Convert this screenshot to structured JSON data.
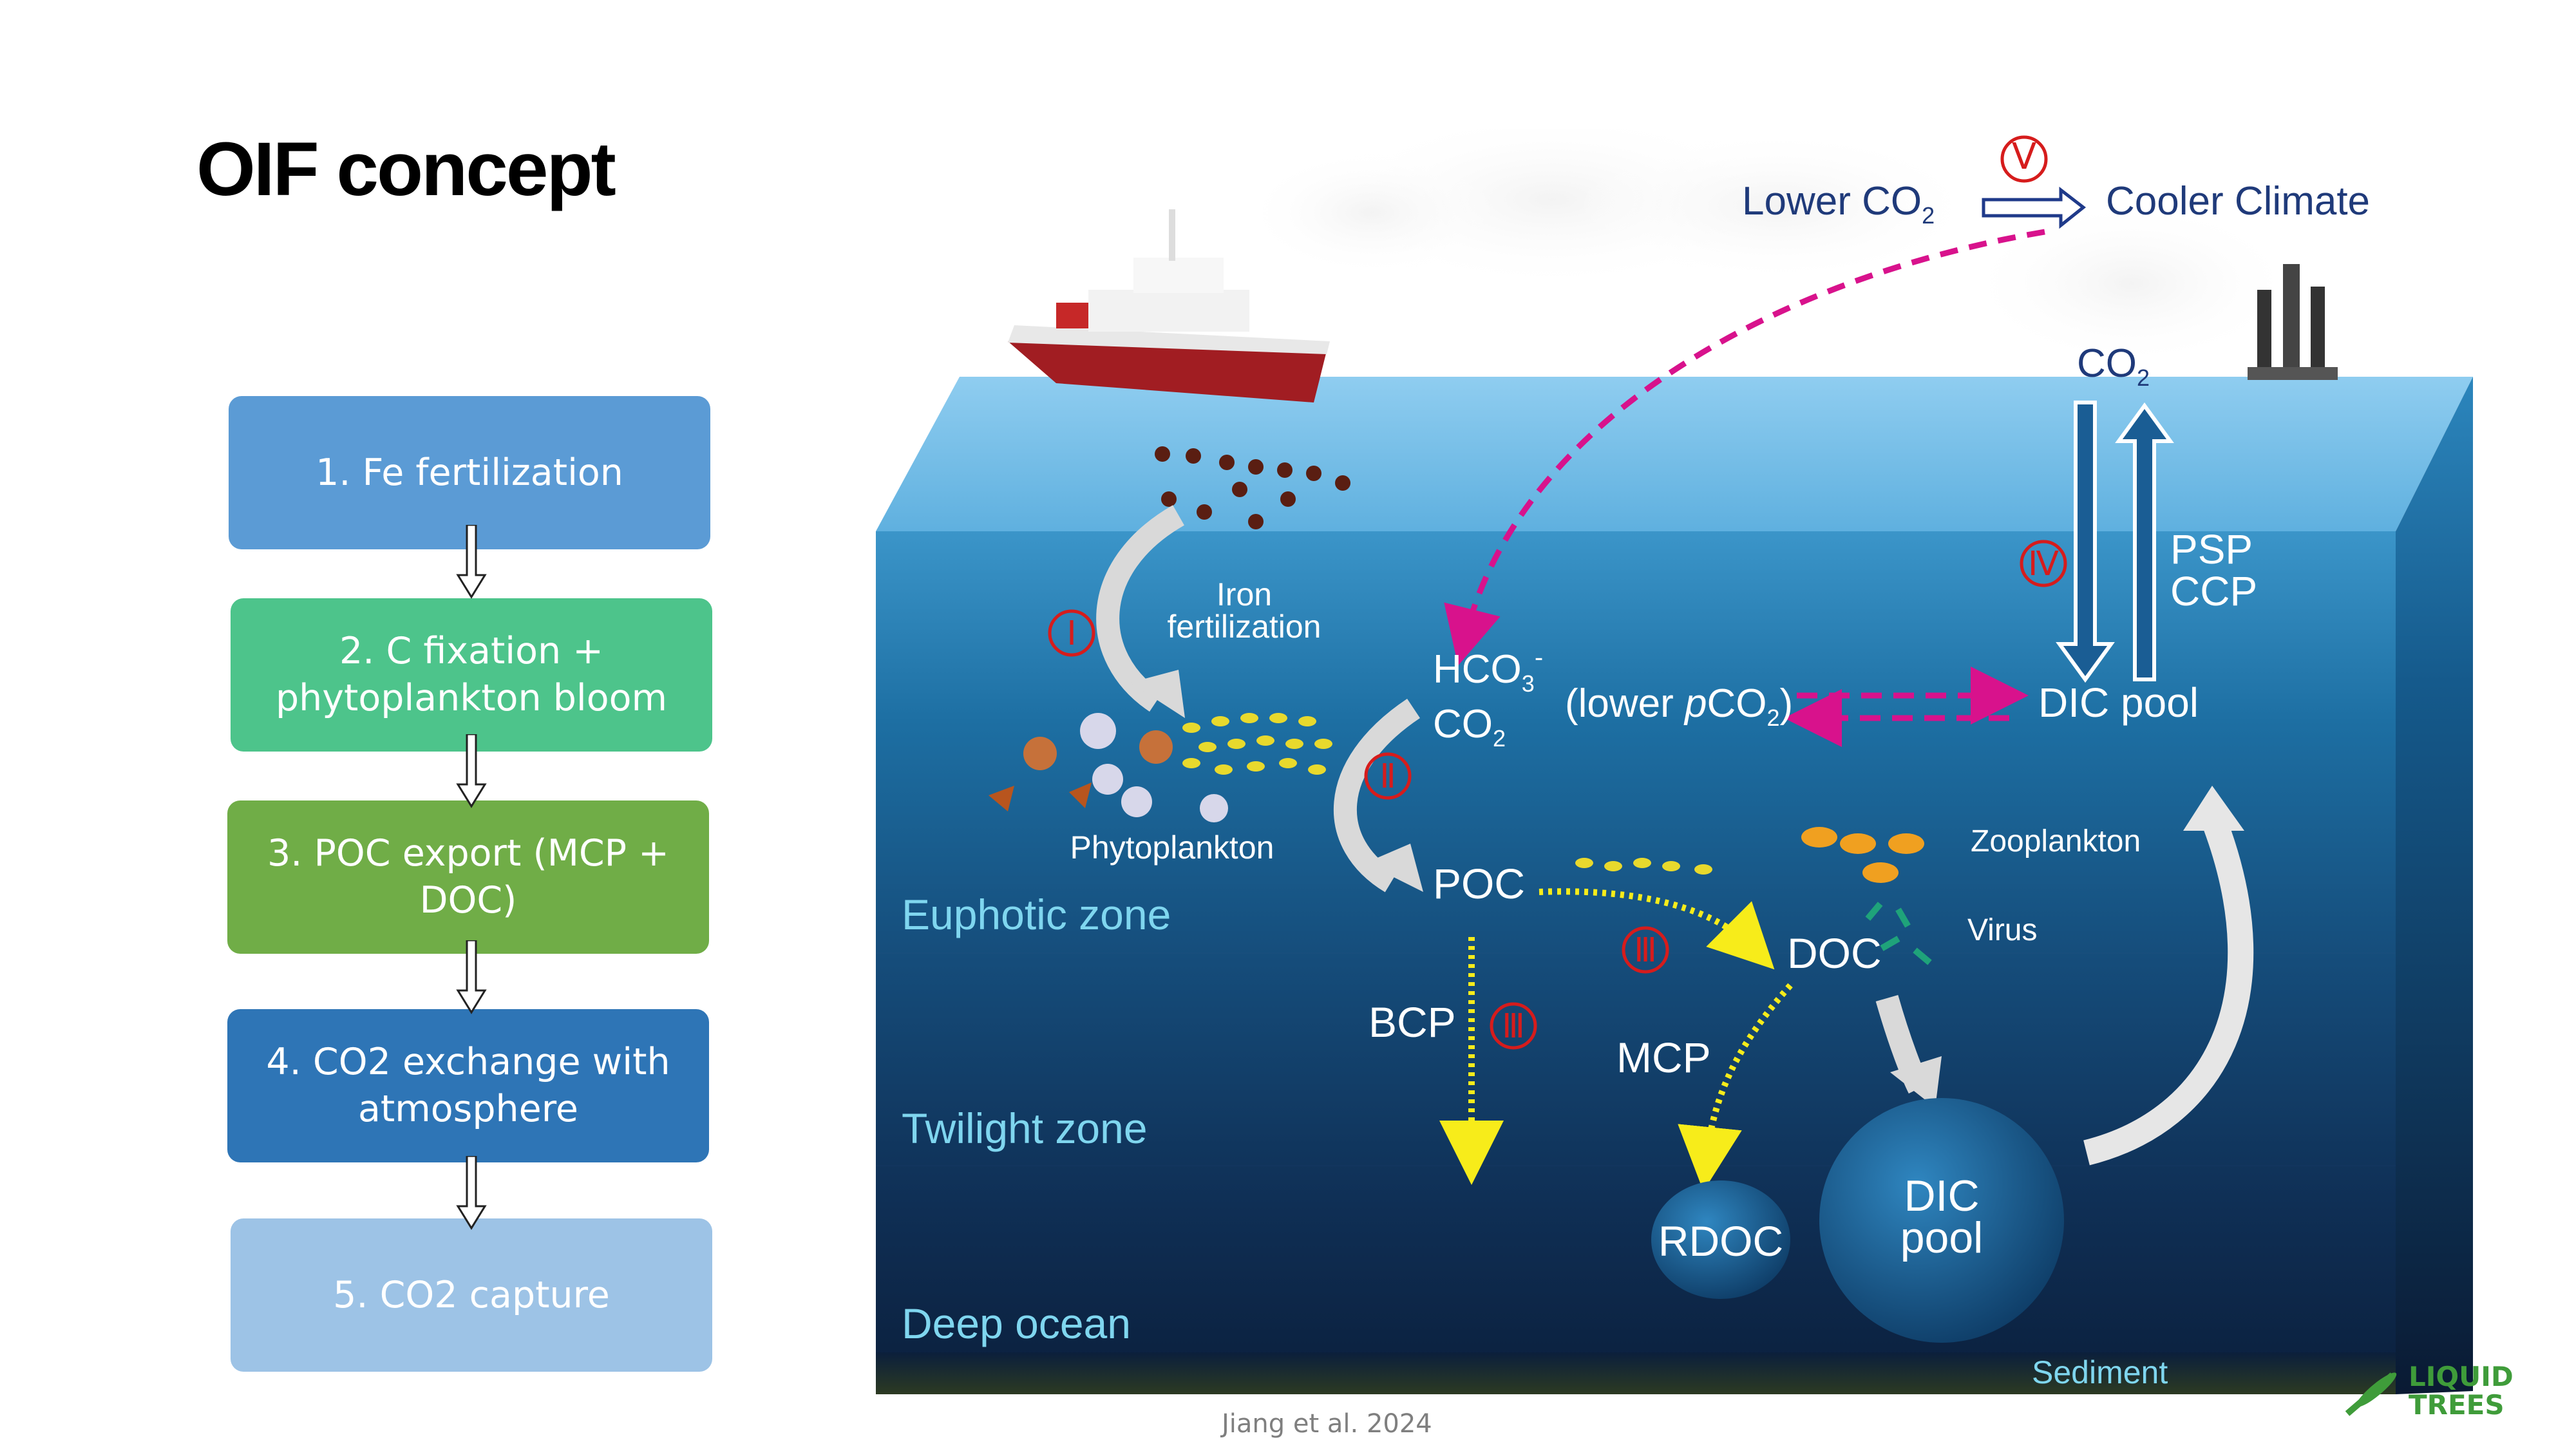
{
  "title": "OIF concept",
  "steps": [
    {
      "label": "1. Fe fertilization",
      "color": "#5b9bd5"
    },
    {
      "label": "2. C fixation + phytoplankton bloom",
      "color": "#4dc48b"
    },
    {
      "label": "3. POC export (MCP + DOC)",
      "color": "#70ad47"
    },
    {
      "label": "4. CO2 exchange with atmosphere",
      "color": "#2e75b6"
    },
    {
      "label": "5. CO2 capture",
      "color": "#9dc3e6"
    }
  ],
  "diagram": {
    "lower_co2": "Lower CO",
    "lower_co2_sub": "2",
    "cooler_climate": "Cooler Climate",
    "roman_1": "Ⅰ",
    "roman_2": "Ⅱ",
    "roman_3": "Ⅲ",
    "roman_4": "Ⅳ",
    "roman_5": "Ⅴ",
    "co2": "CO",
    "co2_sub": "2",
    "psp": "PSP",
    "ccp": "CCP",
    "iron_line1": "Iron",
    "iron_line2": "fertilization",
    "hco3": "HCO",
    "hco3_sub": "3",
    "hco3_sup": "-",
    "co2_b": "CO",
    "co2_b_sub": "2",
    "lower_pco2_pre": "(lower ",
    "lower_pco2_p": "p",
    "lower_pco2_co": "CO",
    "lower_pco2_sub": "2",
    "lower_pco2_post": ")",
    "dic_pool_top": "DIC pool",
    "phytoplankton": "Phytoplankton",
    "zooplankton": "Zooplankton",
    "virus": "Virus",
    "poc": "POC",
    "doc": "DOC",
    "bcp": "BCP",
    "mcp": "MCP",
    "euphotic": "Euphotic zone",
    "twilight": "Twilight zone",
    "deep": "Deep ocean",
    "rdoc": "RDOC",
    "dic_line1": "DIC",
    "dic_line2": "pool",
    "sediment": "Sediment"
  },
  "credit": "Jiang et al. 2024",
  "logo": {
    "line1": "LIQUID",
    "line2": "TREES",
    "color": "#3f9c3a"
  }
}
